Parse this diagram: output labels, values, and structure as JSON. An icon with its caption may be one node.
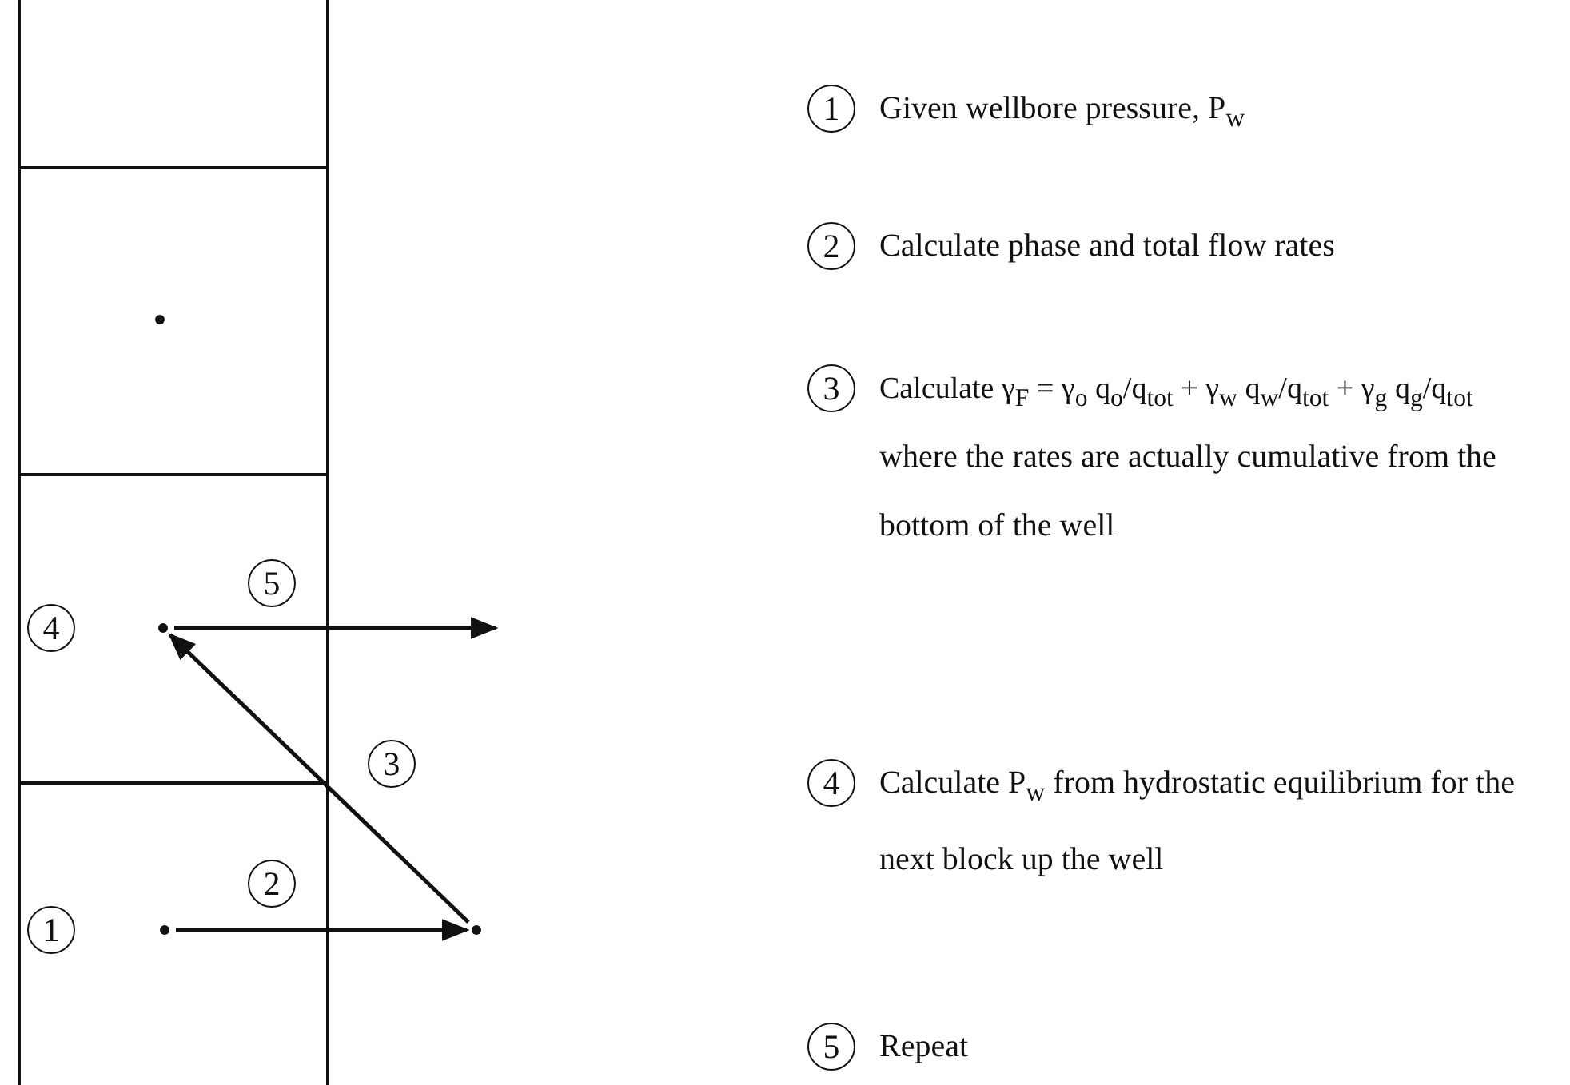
{
  "diagram": {
    "nodes": [
      {
        "text": [],
        "shape": "circle"
      },
      {
        "text": [
          "4"
        ]
      },
      {
        "text": [],
        "shape": "circle"
      },
      {
        "text": [
          "1"
        ]
      },
      {
        "text": [],
        "shape": "circle"
      },
      {
        "text": [],
        "shape": "circle"
      },
      {
        "text": [
          "5"
        ]
      },
      {
        "text": [
          "3"
        ]
      },
      {
        "text": [
          "2"
        ]
      },
      {
        "text": [
          "1"
        ],
        "beside": [
          "Given wellbore pressure, P$_{w}$"
        ]
      },
      {
        "text": [
          "2"
        ],
        "beside": [
          "Calculate phase and total flow rates"
        ]
      },
      {
        "text": [
          "3"
        ],
        "beside": [
          "Calculate γ$_{F}$ = γ$_{o}$ q$_{o}$/q$_{tot}$ + γ$_{w}$ q$_{w}$/q$_{tot}$ + γ$_{g}$ q$_{g}$/q$_{tot}$",
          "where the rates are actually cumulative from the bottom of the well"
        ]
      },
      {
        "text": [
          "4"
        ],
        "beside": [
          "Calculate P$_{w}$ from hydrostatic equilibrium for the next block up the well"
        ]
      },
      {
        "text": [
          "5"
        ],
        "beside": [
          "Repeat"
        ]
      }
    ],
    "edges": [
      {
        "from": 4,
        "to": 5,
        "arrow": "to"
      },
      {
        "from": 5,
        "to": 2,
        "arrow": "to"
      },
      {
        "from": 2,
        "to": null,
        "arrow": "to"
      }
    ]
  }
}
